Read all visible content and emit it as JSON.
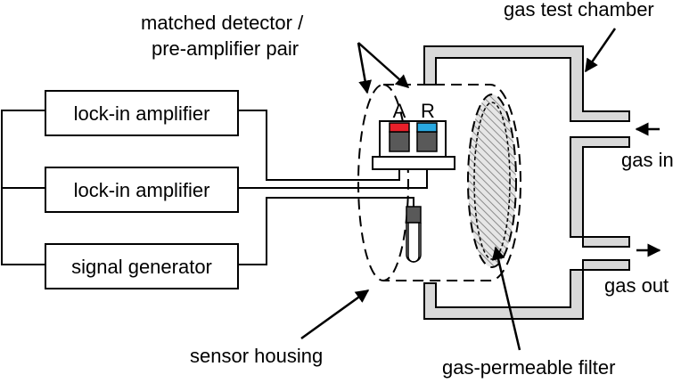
{
  "labels": {
    "matched_detector_line1": "matched detector /",
    "matched_detector_line2": "pre-amplifier pair",
    "gas_test_chamber": "gas test chamber",
    "gas_in": "gas in",
    "gas_out": "gas out",
    "sensor_housing": "sensor housing",
    "gas_permeable_filter": "gas-permeable filter"
  },
  "boxes": {
    "lockin_1": "lock-in amplifier",
    "lockin_2": "lock-in amplifier",
    "signal_generator": "signal generator"
  },
  "detectors": {
    "active_label": "A",
    "reference_label": "R"
  },
  "colors": {
    "detector_a": "#e8202a",
    "detector_r": "#29a8e0",
    "chamber_fill": "#d9d9d9",
    "detector_body": "#595959"
  }
}
